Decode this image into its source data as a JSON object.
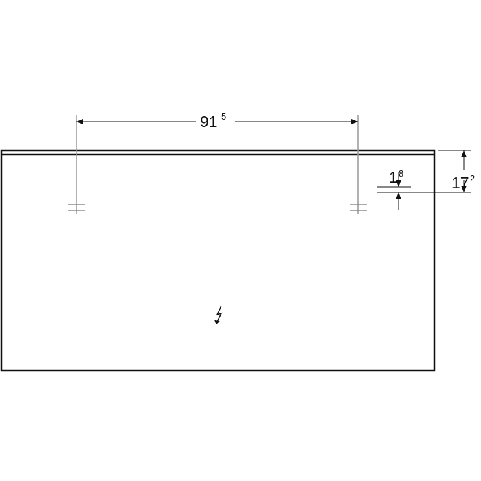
{
  "drawing": {
    "dimensions": {
      "hole_spacing": {
        "main": "91",
        "sup": "5"
      },
      "height_to_holes": {
        "main": "17",
        "sup": "2"
      },
      "hole_offset": {
        "main": "1",
        "sup": "8"
      }
    },
    "icons": [
      "mounting-hole-icon",
      "lightning-electrical-icon"
    ],
    "colors": {
      "line": "#111111",
      "centerline": "#999999",
      "background": "#ffffff"
    }
  }
}
